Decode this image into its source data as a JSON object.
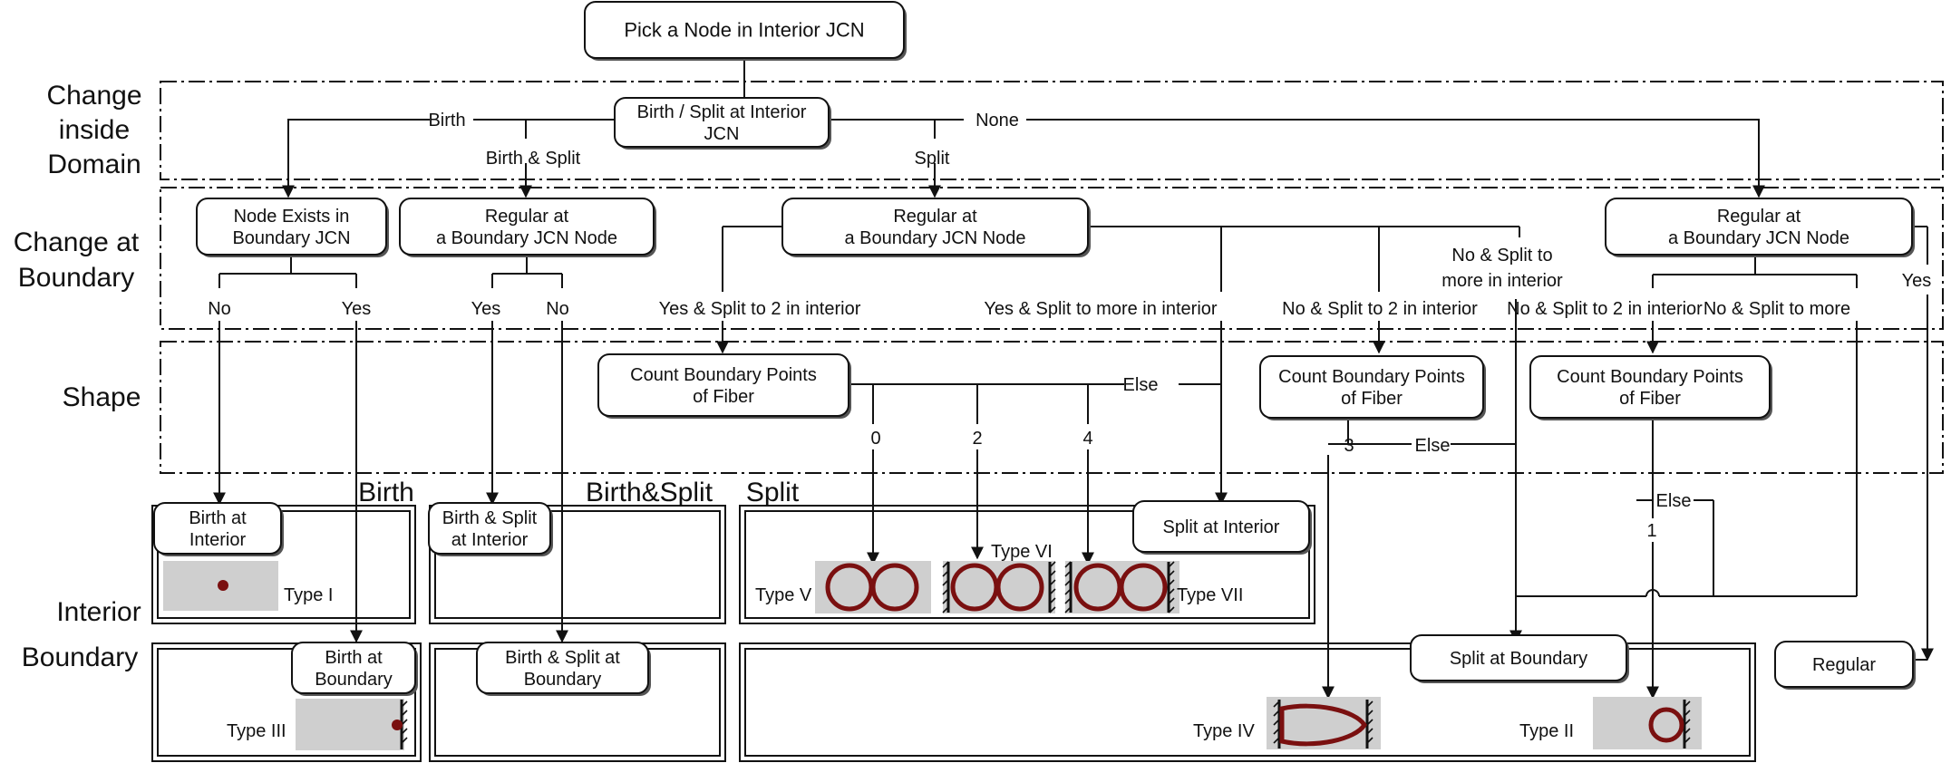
{
  "bands": {
    "change_inside_domain": [
      "Change",
      "inside",
      "Domain"
    ],
    "change_at_boundary": [
      "Change at",
      "Boundary"
    ],
    "shape": "Shape",
    "interior": "Interior",
    "boundary": "Boundary"
  },
  "nodes": {
    "start": [
      "Pick a Node in Interior JCN"
    ],
    "birth_split": [
      "Birth / Split  at Interior",
      "JCN"
    ],
    "node_exists": [
      "Node Exists in",
      "Boundary JCN"
    ],
    "regular_bs": [
      "Regular at",
      "a Boundary JCN Node"
    ],
    "regular_split": [
      "Regular at",
      "a Boundary JCN Node"
    ],
    "regular_none": [
      "Regular at",
      "a Boundary JCN Node"
    ],
    "count_1": [
      "Count  Boundary Points",
      "of Fiber"
    ],
    "count_2": [
      "Count  Boundary Points",
      "of Fiber"
    ],
    "count_3": [
      "Count  Boundary Points",
      "of Fiber"
    ],
    "birth_interior": [
      "Birth at",
      "Interior"
    ],
    "bs_interior": [
      "Birth & Split",
      "at Interior"
    ],
    "split_interior": [
      "Split at Interior"
    ],
    "birth_boundary": [
      "Birth at",
      "Boundary"
    ],
    "bs_boundary": [
      "Birth & Split at",
      "Boundary"
    ],
    "split_boundary": [
      "Split at Boundary"
    ],
    "regular": [
      "Regular"
    ]
  },
  "edge_labels": {
    "birth": "Birth",
    "birth_and_split": "Birth & Split",
    "split": "Split",
    "none": "None",
    "no_1": "No",
    "yes_1": "Yes",
    "yes_2": "Yes",
    "no_2": "No",
    "yes_split_2": "Yes & Split to 2 in interior",
    "yes_split_more": "Yes & Split to more in interior",
    "no_split_2_a": "No & Split to 2 in interior",
    "no_split_more_a": [
      "No & Split to",
      "more in interior"
    ],
    "no_split_2_b": "No & Split to 2 in interior",
    "no_split_more_b": "No & Split to more",
    "yes_3": "Yes",
    "else_1": "Else",
    "zero": "0",
    "two": "2",
    "four": "4",
    "three": "3",
    "else_2": "Else",
    "else_3": "Else",
    "one": "1"
  },
  "categories": {
    "birth": "Birth",
    "birth_split": "Birth&Split",
    "split": "Split"
  },
  "types": {
    "t1": "Type I",
    "t2": "Type II",
    "t3": "Type III",
    "t4": "Type IV",
    "t5": "Type V",
    "t6": "Type VI",
    "t7": "Type VII"
  },
  "colors": {
    "fiber": "#7a1010",
    "fiber_background": "#cfcfcf",
    "line": "#111111"
  }
}
